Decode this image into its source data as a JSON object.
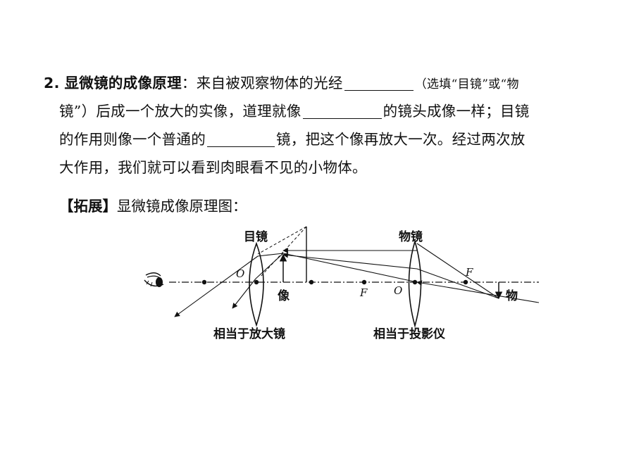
{
  "question": {
    "number": "2.",
    "heading": "显微镜的成像原理",
    "colon": "：",
    "l1_text": "来自被观察物体的光经",
    "l1_hint": "（选填“目镜”或“物",
    "l2_a": "镜”）后成一个放大的实像，道理就像",
    "l2_b": "的镜头成像一样；目镜",
    "l3_a": "的作用则像一个普通的",
    "l3_b": "镜，把这个像再放大一次。经过两次放",
    "l4": "大作用，我们就可以看到肉眼看不见的小物体。"
  },
  "extension": {
    "tag": "【拓展】",
    "text": "显微镜成像原理图："
  },
  "diagram": {
    "eyepiece_label": "目镜",
    "objective_label": "物镜",
    "center_label_left": "O",
    "center_label_right": "O",
    "focus_label_mid": "F",
    "focus_label_right": "F",
    "image_label": "像",
    "object_label": "物",
    "eyepiece_caption": "相当于放大镜",
    "objective_caption": "相当于投影仪"
  }
}
